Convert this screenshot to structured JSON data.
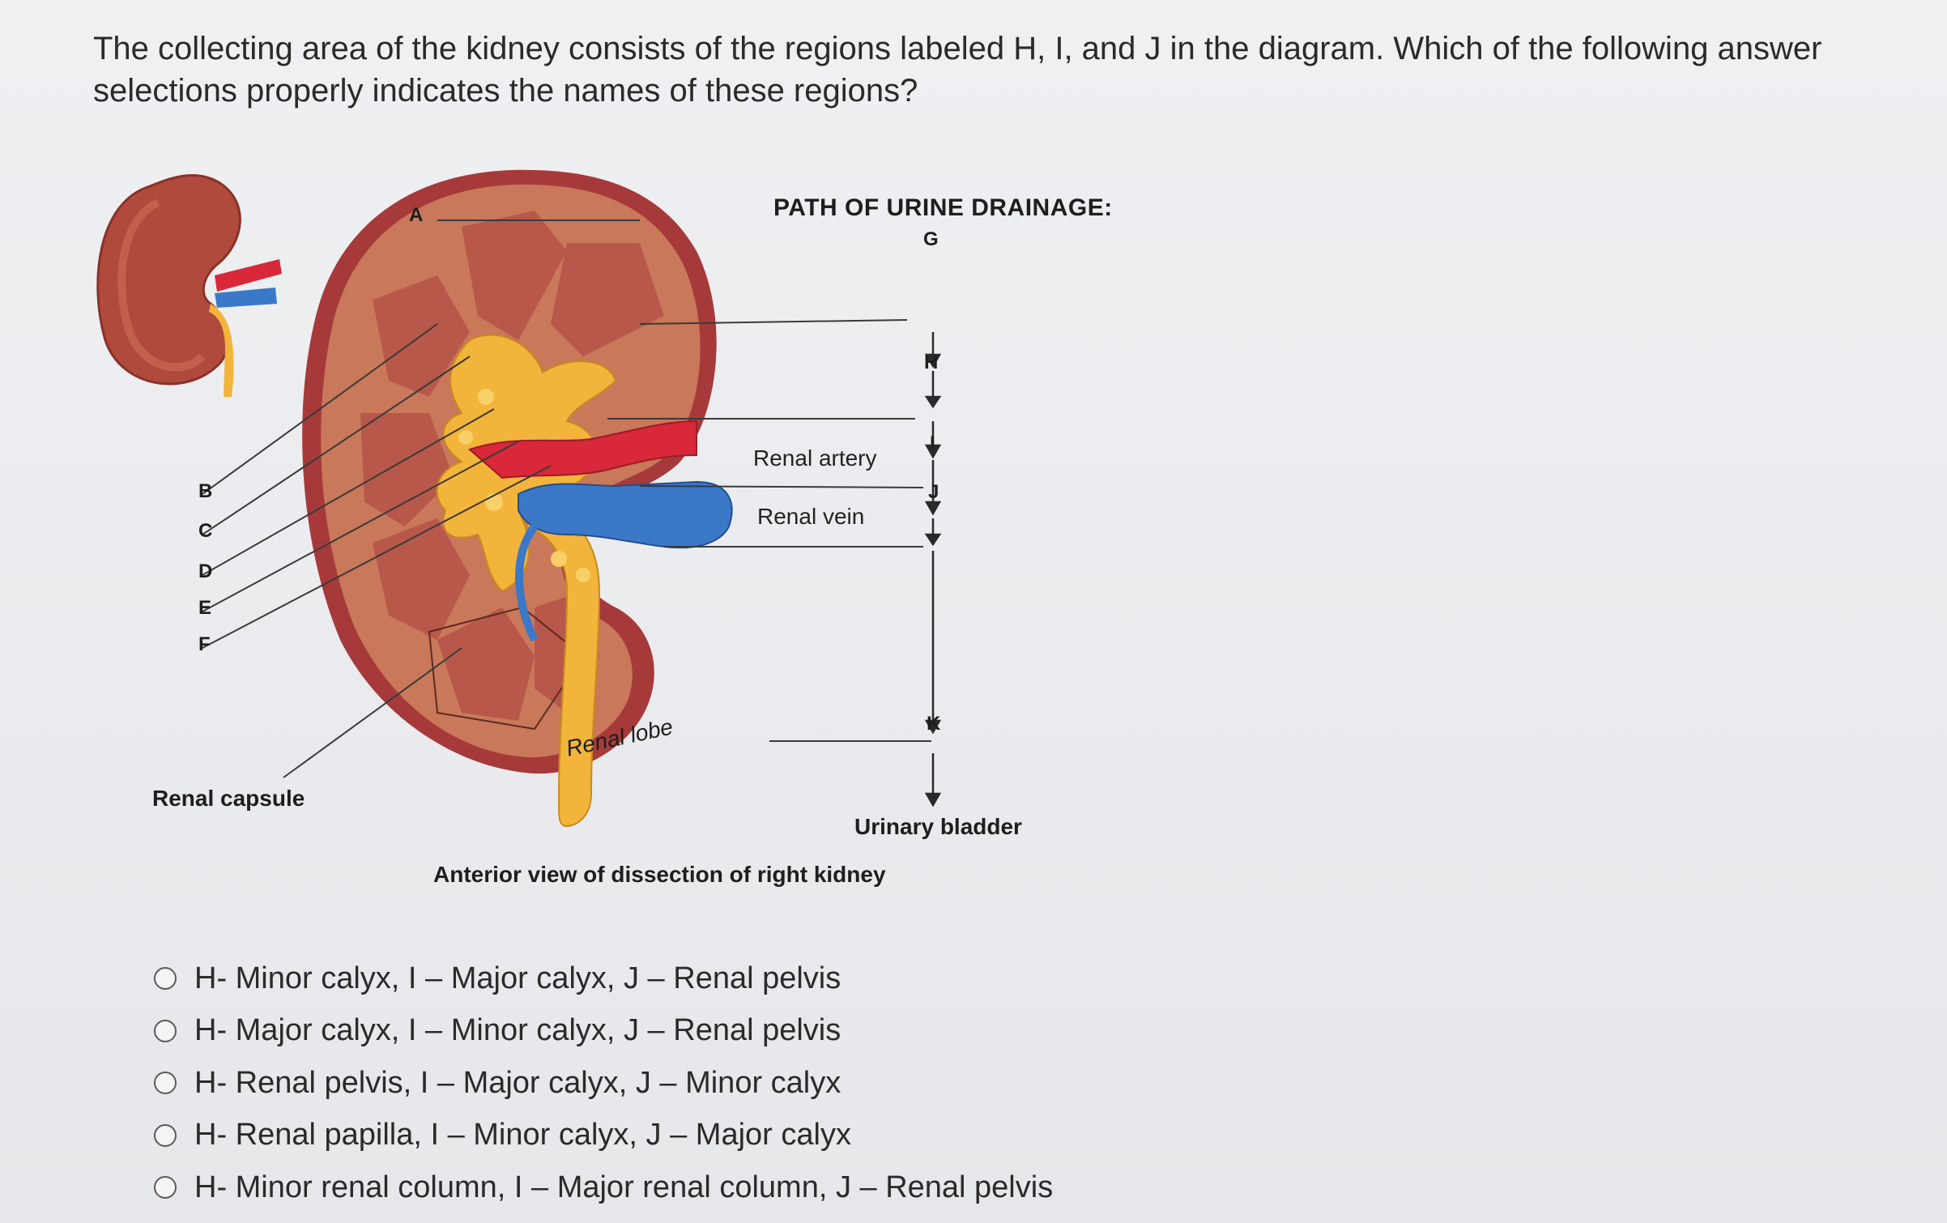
{
  "question": {
    "text": "The collecting area of the kidney consists of the regions labeled H, I, and J in the diagram. Which of the following answer selections properly indicates the names of these regions?"
  },
  "figure": {
    "labels": {
      "A": "A",
      "B": "B",
      "C": "C",
      "D": "D",
      "E": "E",
      "F": "F",
      "G": "G",
      "H": "H",
      "I": "I",
      "J": "J",
      "K": "K",
      "renal_capsule": "Renal capsule",
      "renal_artery": "Renal artery",
      "renal_vein": "Renal vein",
      "renal_lobe": "Renal lobe",
      "path_header": "PATH OF URINE DRAINAGE:",
      "urinary_bladder": "Urinary bladder",
      "caption": "Anterior view of dissection of right kidney"
    },
    "colors": {
      "cortex": "#c9785a",
      "capsule": "#a63a3a",
      "pyramid": "#b8584a",
      "collecting": "#f2b43a",
      "artery": "#d8283a",
      "vein": "#3c78c8"
    }
  },
  "options": [
    {
      "label": "H- Minor calyx, I – Major calyx, J – Renal pelvis"
    },
    {
      "label": "H- Major calyx, I – Minor calyx, J – Renal pelvis"
    },
    {
      "label": "H- Renal pelvis, I – Major calyx, J – Minor calyx"
    },
    {
      "label": "H- Renal papilla, I – Minor calyx, J – Major calyx"
    },
    {
      "label": "H- Minor renal column, I – Major renal column, J – Renal pelvis"
    }
  ]
}
